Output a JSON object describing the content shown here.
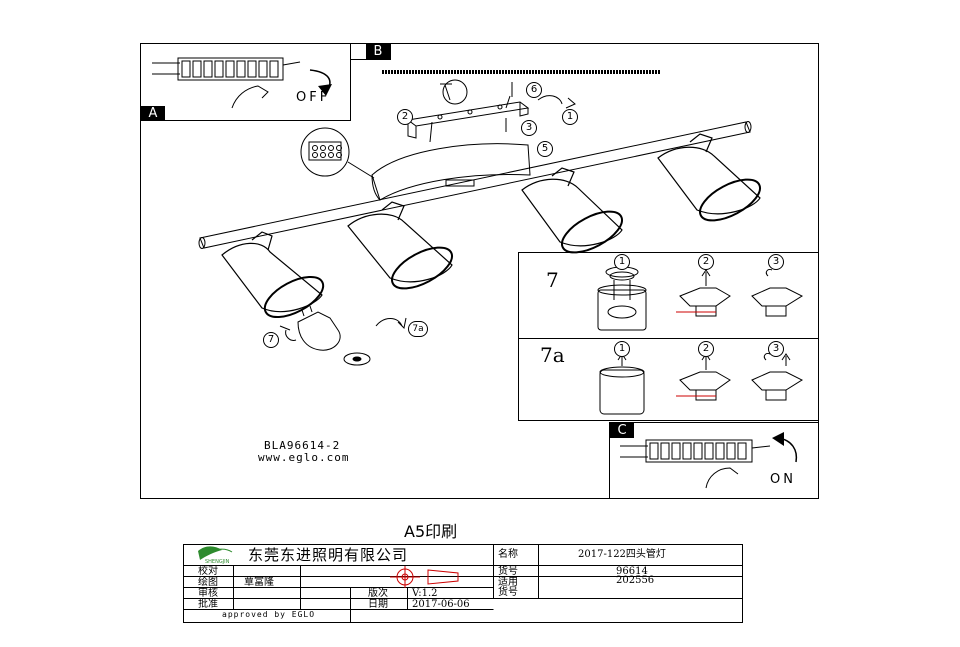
{
  "panels": {
    "a": {
      "label": "A",
      "state": "OFF"
    },
    "b": {
      "label": "B"
    },
    "c": {
      "label": "C",
      "state": "ON"
    }
  },
  "callouts": [
    "1",
    "2",
    "3",
    "5",
    "6",
    "7",
    "7a"
  ],
  "steps": {
    "row7": {
      "label": "7",
      "n1": "1",
      "n2": "2",
      "n3": "3"
    },
    "row7a": {
      "label": "7a",
      "n1": "1",
      "n2": "2",
      "n3": "3"
    }
  },
  "model": {
    "code": "BLA96614-2",
    "website": "www.eglo.com"
  },
  "print_note": "A5印刷",
  "title_block": {
    "logo_text": "SHENGJIN",
    "company": "东莞东进照明有限公司",
    "rows": [
      {
        "label": "校对",
        "value": ""
      },
      {
        "label": "绘图",
        "value": "覃富隆"
      },
      {
        "label": "审核",
        "value": ""
      },
      {
        "label": "批准",
        "value": ""
      }
    ],
    "version_label": "版次",
    "version_value": "V:1.2",
    "date_label": "日期",
    "date_value": "2017-06-06",
    "name_label": "名称",
    "name_value": "2017-122四头管灯",
    "itemno_label": "货号",
    "itemno_value": "96614",
    "apply_label1": "适用",
    "apply_label2": "货号",
    "apply_value": "202556",
    "approved": "approved by EGLO"
  }
}
